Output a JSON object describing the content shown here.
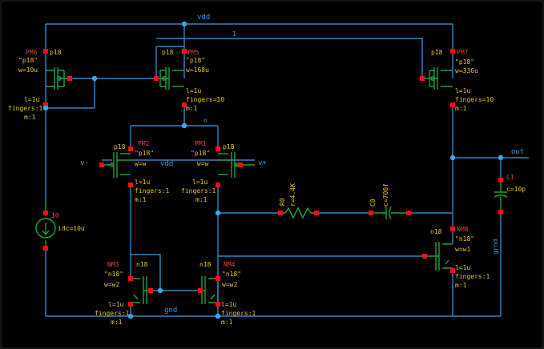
{
  "colors": {
    "background": "#000000",
    "wire": "#2f86c8",
    "device": "#20a040",
    "pin": "#ee1111",
    "label": "#e6c228",
    "instance_name": "#e04040"
  },
  "nets": {
    "vdd": "vdd",
    "n1": "1",
    "tail": "o",
    "vminus": "v-",
    "vdd_body": "vdd",
    "vplus": "v+",
    "out": "out",
    "gnd": "gnd",
    "grnd": "grnd"
  },
  "devices": {
    "pm6": {
      "name": "PM6",
      "type": "p18",
      "model": "\"p18\"",
      "w": "w=10u",
      "l": "l=1u",
      "fingers": "fingers:1",
      "m": "m:1"
    },
    "pm5": {
      "name": "PM5",
      "type": "p18",
      "model": "\"p18\"",
      "w": "w=168u",
      "l": "l=1u",
      "fingers": "fingers=10",
      "m": "m:1"
    },
    "pm7": {
      "name": "PM7",
      "type": "p18",
      "model": "\"p18\"",
      "w": "w=336u",
      "l": "l=1u",
      "fingers": "fingers=10",
      "m": "m:1"
    },
    "pm2": {
      "name": "PM2",
      "type": "p18",
      "model": "\"p18\"",
      "w": "w=w",
      "l": "l=1u",
      "fingers": "fingers:1",
      "m": "m:1"
    },
    "pm1": {
      "name": "PM1",
      "type": "p18",
      "model": "\"p18\"",
      "w": "w=w",
      "l": "l=1u",
      "fingers": "fingers:1",
      "m": "m:1"
    },
    "i0": {
      "name": "I0",
      "idc": "idc=10u"
    },
    "r0": {
      "name": "R0",
      "r": "r=4.4K"
    },
    "c0": {
      "name": "C0",
      "c": "c=700f"
    },
    "c1": {
      "name": "C1",
      "c": "c=10p"
    },
    "nm3": {
      "name": "NM3",
      "type": "n18",
      "model": "\"n18\"",
      "w": "w=w2",
      "l": "l=1u",
      "fingers": "fingers:1",
      "m": "m:1"
    },
    "nm4": {
      "name": "NM4",
      "type": "n18",
      "model": "\"n18\"",
      "w": "w=w2",
      "l": "l=1u",
      "fingers": "fingers:1",
      "m": "m:1"
    },
    "nm8": {
      "name": "NM8",
      "type": "n18",
      "model": "\"n18\"",
      "w": "w=w1",
      "l": "l=1u",
      "fingers": "fingers:1",
      "m": "m:1"
    }
  }
}
